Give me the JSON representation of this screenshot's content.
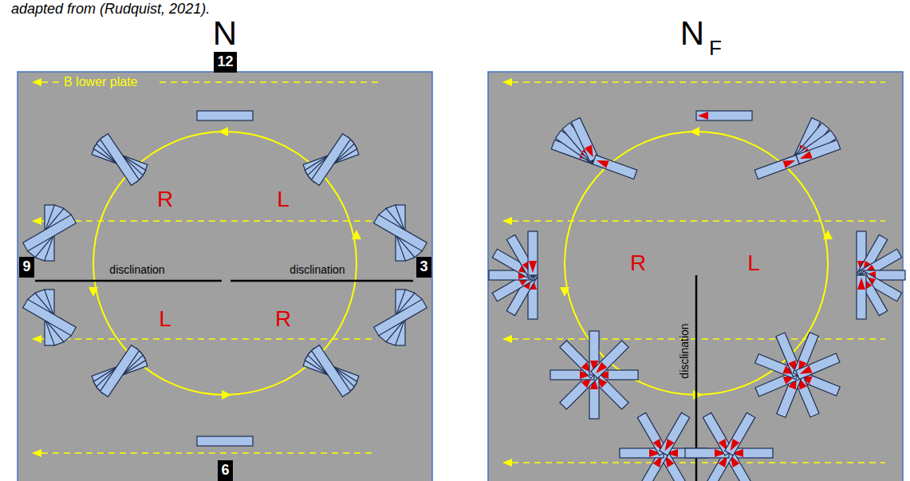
{
  "diagram": {
    "nodes": [
      {
        "text": [
          "12"
        ]
      },
      {
        "text": [
          "9"
        ]
      },
      {
        "text": [
          "3"
        ]
      },
      {
        "text": [
          "6"
        ]
      }
    ],
    "labels": [
      "adapted from (Rudquist, 2021).",
      "N",
      "N",
      "F",
      "B lower plate",
      "R",
      "L",
      "L",
      "R",
      "disclination",
      "disclination",
      "R",
      "L",
      "disclination"
    ]
  }
}
